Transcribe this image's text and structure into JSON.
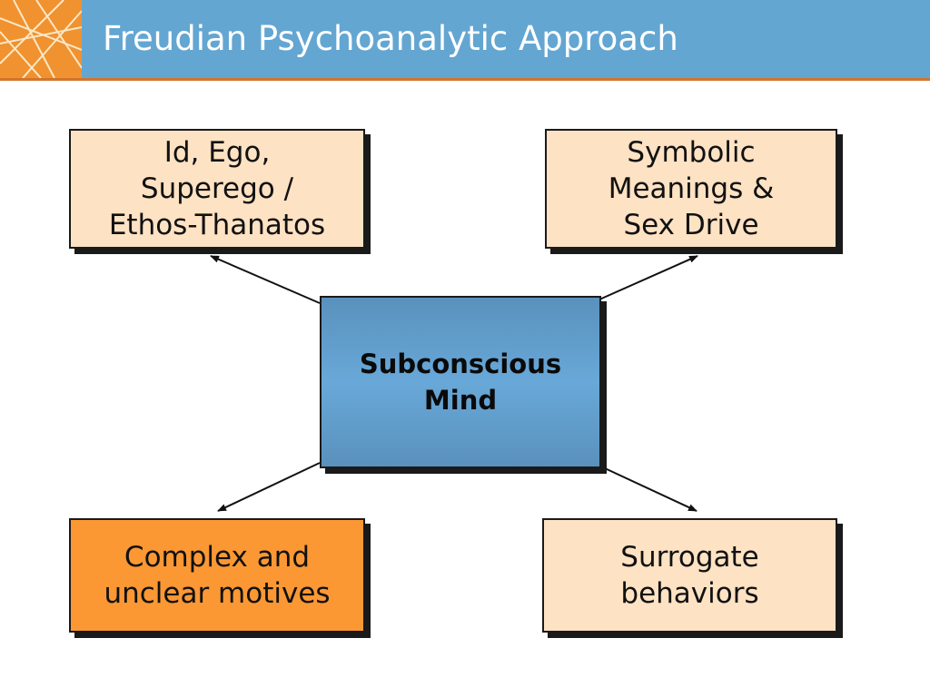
{
  "header": {
    "title": "Freudian Psychoanalytic Approach",
    "accent_color": "#64a6d2",
    "rule_color": "#d4742a",
    "logo_color": "#f0922f"
  },
  "diagram": {
    "center": {
      "label": "Subconscious\nMind",
      "color": "#64a6d2"
    },
    "nodes": {
      "top_left": {
        "label": "Id, Ego,\nSuperego /\nEthos-Thanatos",
        "color": "#fde2c3"
      },
      "top_right": {
        "label": "Symbolic\nMeanings &\nSex Drive",
        "color": "#fde2c3"
      },
      "bottom_left": {
        "label": "Complex and\nunclear motives",
        "color": "#fb9834"
      },
      "bottom_right": {
        "label": "Surrogate\nbehaviors",
        "color": "#fde2c3"
      }
    }
  }
}
